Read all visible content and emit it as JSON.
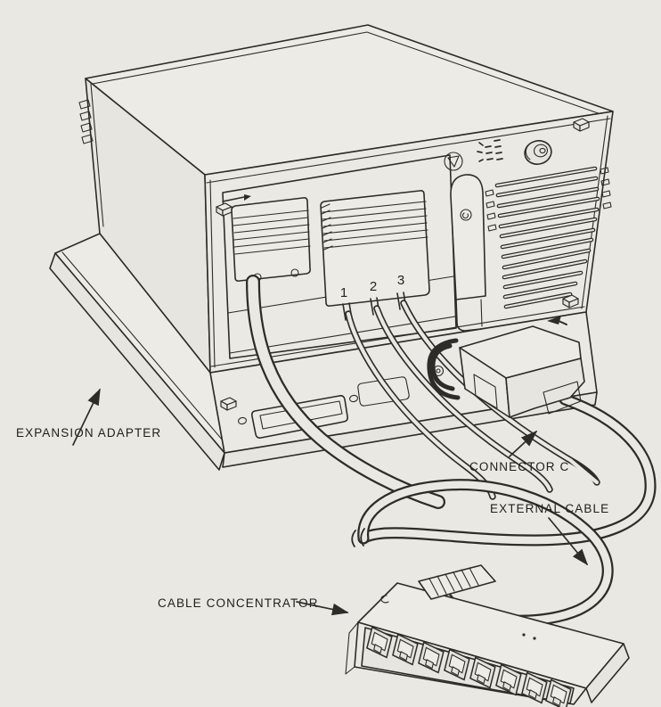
{
  "figure": {
    "description": "Rear-view technical illustration of an expansion adapter with external cable and cable concentrator",
    "paper_color": "#e9e8e2",
    "ink_color": "#2e2c28",
    "labels": {
      "expansion_adapter": "EXPANSION ADAPTER",
      "connector_c": "CONNECTOR C",
      "external_cable": "EXTERNAL CABLE",
      "cable_concentrator": "CABLE CONCENTRATOR"
    },
    "port_numbers": [
      "1",
      "2",
      "3"
    ],
    "concentrator": {
      "jack_count": 8
    },
    "panel_icons": [
      "transfer-arrows-icon",
      "warning-triangle-icon",
      "key-icon",
      "keylock"
    ]
  }
}
